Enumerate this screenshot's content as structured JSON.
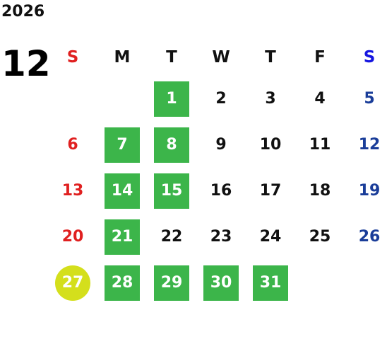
{
  "calendar": {
    "year": "2026",
    "month": "12",
    "weekday_headers": [
      "S",
      "M",
      "T",
      "W",
      "T",
      "F",
      "S"
    ],
    "weeks": [
      [
        {
          "day": "",
          "style": ""
        },
        {
          "day": "",
          "style": ""
        },
        {
          "day": "1",
          "style": "hl"
        },
        {
          "day": "2",
          "style": ""
        },
        {
          "day": "3",
          "style": ""
        },
        {
          "day": "4",
          "style": ""
        },
        {
          "day": "5",
          "style": "sat"
        }
      ],
      [
        {
          "day": "6",
          "style": "sun"
        },
        {
          "day": "7",
          "style": "hl"
        },
        {
          "day": "8",
          "style": "hl"
        },
        {
          "day": "9",
          "style": ""
        },
        {
          "day": "10",
          "style": ""
        },
        {
          "day": "11",
          "style": ""
        },
        {
          "day": "12",
          "style": "sat"
        }
      ],
      [
        {
          "day": "13",
          "style": "sun"
        },
        {
          "day": "14",
          "style": "hl"
        },
        {
          "day": "15",
          "style": "hl"
        },
        {
          "day": "16",
          "style": ""
        },
        {
          "day": "17",
          "style": ""
        },
        {
          "day": "18",
          "style": ""
        },
        {
          "day": "19",
          "style": "sat"
        }
      ],
      [
        {
          "day": "20",
          "style": "sun"
        },
        {
          "day": "21",
          "style": "hl"
        },
        {
          "day": "22",
          "style": ""
        },
        {
          "day": "23",
          "style": ""
        },
        {
          "day": "24",
          "style": ""
        },
        {
          "day": "25",
          "style": ""
        },
        {
          "day": "26",
          "style": "sat"
        }
      ],
      [
        {
          "day": "27",
          "style": "today"
        },
        {
          "day": "28",
          "style": "hl"
        },
        {
          "day": "29",
          "style": "hl"
        },
        {
          "day": "30",
          "style": "hl"
        },
        {
          "day": "31",
          "style": "hl"
        },
        {
          "day": "",
          "style": ""
        },
        {
          "day": "",
          "style": ""
        }
      ]
    ],
    "colors": {
      "sunday": "#e02020",
      "saturday_header": "#1515e0",
      "saturday": "#1a3d99",
      "highlight": "#3cb54a",
      "today": "#d4df1c"
    }
  }
}
